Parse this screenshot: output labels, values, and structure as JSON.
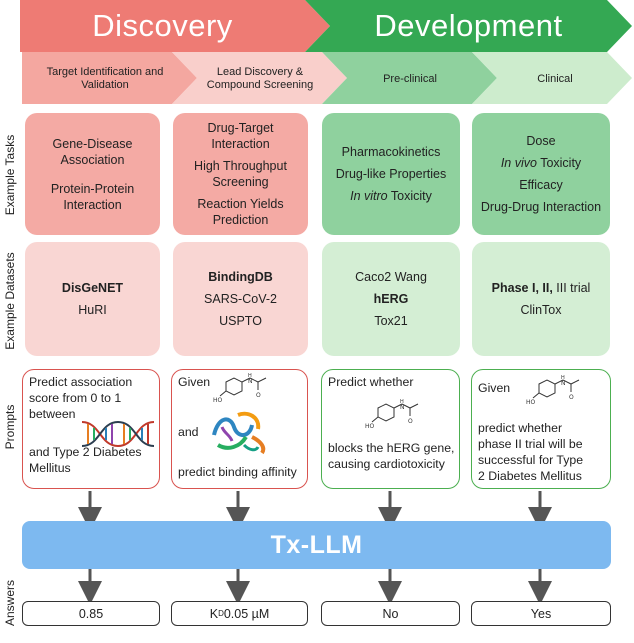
{
  "phases": {
    "discovery": "Discovery",
    "development": "Development"
  },
  "stages": {
    "target": "Target Identification and Validation",
    "lead": "Lead Discovery & Compound Screening",
    "preclinical": "Pre-clinical",
    "clinical": "Clinical"
  },
  "row_labels": {
    "tasks": "Example Tasks",
    "datasets": "Example Datasets",
    "prompts": "Prompts",
    "answers": "Answers"
  },
  "tasks": {
    "col1": [
      "Gene-Disease Association",
      "Protein-Protein Interaction"
    ],
    "col2": [
      "Drug-Target Interaction",
      "High Throughput Screening",
      "Reaction Yields Prediction"
    ],
    "col3": [
      "Pharmacokinetics",
      "Drug-like Properties",
      "In vitro Toxicity"
    ],
    "col4": [
      "Dose",
      "In vivo Toxicity",
      "Efficacy",
      "Drug-Drug Interaction"
    ],
    "col3_italic": "In vitro",
    "col3_rest": " Toxicity",
    "col4_italic": "In vivo",
    "col4_rest": " Toxicity"
  },
  "datasets": {
    "col1": [
      "DisGeNET",
      "HuRI"
    ],
    "col2": [
      "BindingDB",
      "SARS-CoV-2",
      "USPTO"
    ],
    "col3": [
      "Caco2 Wang",
      "hERG",
      "Tox21"
    ],
    "col4_bold": "Phase",
    "col4_rest_1": " I, II,",
    "col4_rest_2": " III trial",
    "col4_line2": "ClinTox"
  },
  "prompts": {
    "p1": {
      "line1": "Predict association",
      "line2": "score from 0 to 1",
      "line3": "between",
      "line4": "and Type 2 Diabetes",
      "line5": "Mellitus",
      "icon": "dna-icon"
    },
    "p2": {
      "line1": "Given",
      "line2": "and",
      "line3": "predict binding affinity",
      "icon1": "molecule-icon",
      "icon2": "protein-icon"
    },
    "p3": {
      "line1": "Predict whether",
      "line2": "blocks the hERG gene,",
      "line3": "causing cardiotoxicity",
      "icon": "molecule-icon"
    },
    "p4": {
      "line1": "Given",
      "line2": "predict whether",
      "line3": "phase II trial will be",
      "line4": "successful for Type",
      "line5": "2 Diabetes Mellitus",
      "icon": "molecule-icon"
    }
  },
  "model": {
    "name": "Tx-LLM"
  },
  "answers": {
    "a1": "0.85",
    "a2_prefix": "K",
    "a2_sub": "D",
    "a2_rest": " 0.05 µM",
    "a3": "No",
    "a4": "Yes"
  },
  "colors": {
    "discovery_phase": "#ee7b74",
    "development_phase": "#34a853",
    "target_stage": "#f4a7a0",
    "lead_stage": "#f9cfcb",
    "preclinical_stage": "#8fd19e",
    "clinical_stage": "#cdeccd",
    "discovery_task_card": "#f4aaa4",
    "discovery_dataset_card": "#f9d6d3",
    "development_task_card": "#8fd19e",
    "development_dataset_card": "#d4eed4",
    "prompt_red_border": "#d9534f",
    "prompt_green_border": "#4caf50",
    "model_bg": "#7db9f0",
    "arrow": "#555555"
  }
}
